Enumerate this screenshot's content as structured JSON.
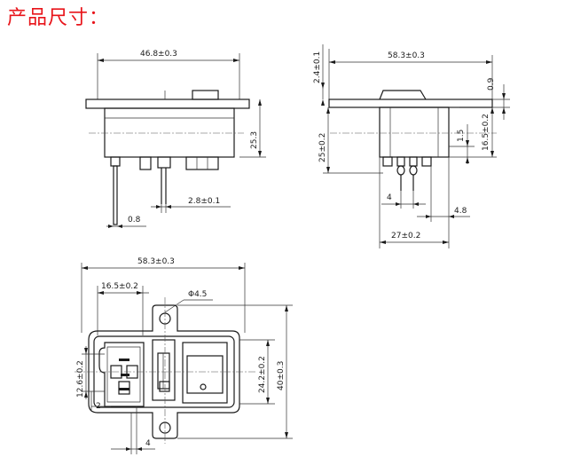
{
  "title": "产品尺寸：",
  "views": {
    "front_side": {
      "width_dim": "46.8±0.3",
      "height_dim": "25.3",
      "pin_spacing_dim": "2.8±0.1",
      "pin_thickness_dim": "0.8"
    },
    "right_side": {
      "width_dim": "58.3±0.3",
      "top_dim": "2.4±0.1",
      "flange_dim": "0.9",
      "depth_dim": "25±0.2",
      "inner_depth_dim": "16.5±0.2",
      "step_dim": "1.5",
      "pin_gap_dim": "4",
      "right_offset_dim": "4.8",
      "base_dim": "27±0.2"
    },
    "bottom_front": {
      "width_dim": "58.3±0.3",
      "inlet_width_dim": "16.5±0.2",
      "hole_dim": "Φ4.5",
      "inlet_height_dim": "12.6±0.2",
      "body_height_dim": "24.2±0.2",
      "total_height_dim": "40±0.3",
      "small_dim_2": "2",
      "bottom_offset_dim": "4"
    }
  },
  "colors": {
    "title": "#e8141a",
    "line": "#1a1a1a"
  }
}
